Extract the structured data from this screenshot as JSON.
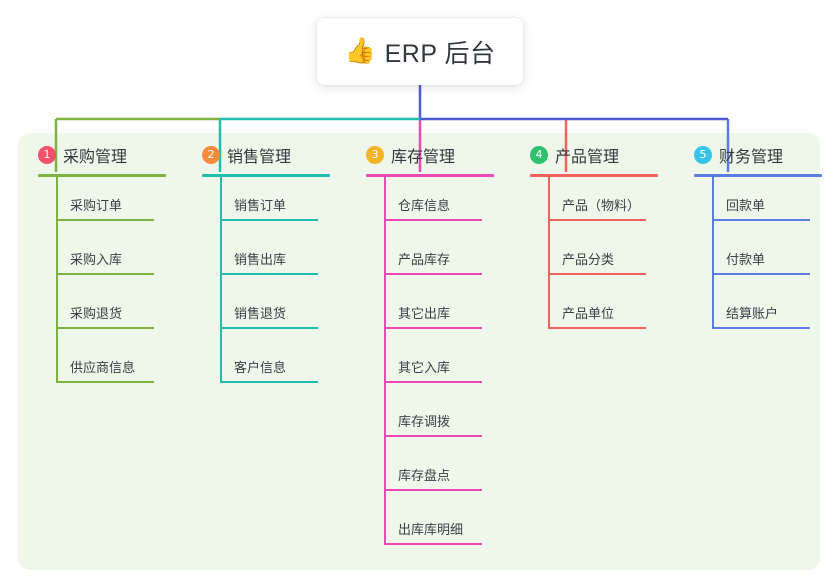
{
  "root": {
    "icon": "thumbs-up-icon",
    "icon_glyph": "👍",
    "title": "ERP 后台"
  },
  "palette": {
    "panel_bg": "#eef7ea",
    "stem": "#4f5bd5",
    "col1": "#7cb342",
    "col2": "#1fbdb0",
    "col3": "#e84bb5",
    "col4": "#f4605c",
    "col5": "#5b7ce0",
    "badge1": "#f4516c",
    "badge2": "#f68b3c",
    "badge3": "#f5b427",
    "badge4": "#2fc26e",
    "badge5": "#36c5e8"
  },
  "columns": [
    {
      "number": "1",
      "title": "采购管理",
      "badge_color": "#f4516c",
      "line_color": "#7cb342",
      "items": [
        "采购订单",
        "采购入库",
        "采购退货",
        "供应商信息"
      ]
    },
    {
      "number": "2",
      "title": "销售管理",
      "badge_color": "#f68b3c",
      "line_color": "#1fbdb0",
      "items": [
        "销售订单",
        "销售出库",
        "销售退货",
        "客户信息"
      ]
    },
    {
      "number": "3",
      "title": "库存管理",
      "badge_color": "#f5b427",
      "line_color": "#e84bb5",
      "items": [
        "仓库信息",
        "产品库存",
        "其它出库",
        "其它入库",
        "库存调拨",
        "库存盘点",
        "出库库明细"
      ]
    },
    {
      "number": "4",
      "title": "产品管理",
      "badge_color": "#2fc26e",
      "line_color": "#f4605c",
      "items": [
        "产品（物料）",
        "产品分类",
        "产品单位"
      ]
    },
    {
      "number": "5",
      "title": "财务管理",
      "badge_color": "#36c5e8",
      "line_color": "#5b7ce0",
      "items": [
        "回款单",
        "付款单",
        "结算账户"
      ]
    }
  ]
}
